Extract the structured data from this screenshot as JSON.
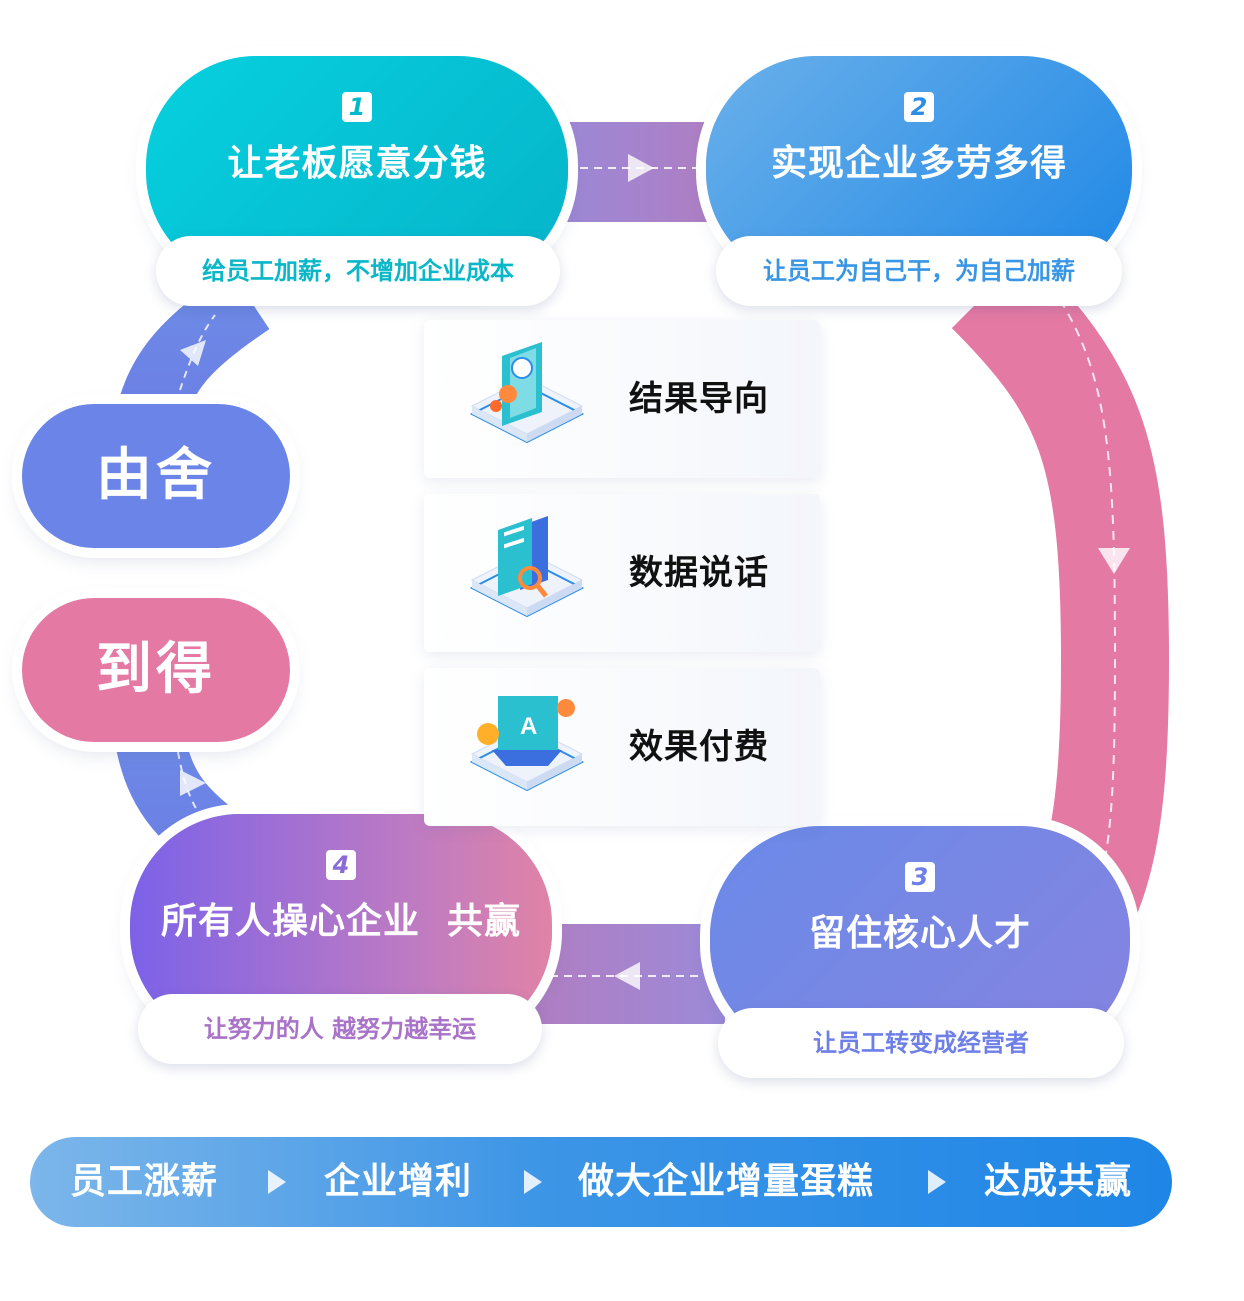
{
  "steps": [
    {
      "num": "1",
      "title": "让老板愿意分钱",
      "sub": "给员工加薪，不增加企业成本"
    },
    {
      "num": "2",
      "title": "实现企业多劳多得",
      "sub": "让员工为自己干，为自己加薪"
    },
    {
      "num": "3",
      "title": "留住核心人才",
      "sub": "让员工转变成经营者"
    },
    {
      "num": "4",
      "title": "所有人操心企业  共赢",
      "sub": "让努力的人 越努力越幸运"
    }
  ],
  "side": {
    "top": "由舍",
    "bottom": "到得"
  },
  "cards": [
    {
      "label": "结果导向",
      "icon": "gear-document-icon"
    },
    {
      "label": "数据说话",
      "icon": "magnifier-document-icon"
    },
    {
      "label": "效果付费",
      "icon": "currency-screen-icon"
    }
  ],
  "banner": [
    "员工涨薪",
    "企业增利",
    "做大企业增量蛋糕",
    "达成共赢"
  ],
  "colors": {
    "teal": "#06c8da",
    "blue": "#2b8de6",
    "indigo": "#6e7fe8",
    "pink": "#e47aa3",
    "purple": "#a57fcb"
  }
}
